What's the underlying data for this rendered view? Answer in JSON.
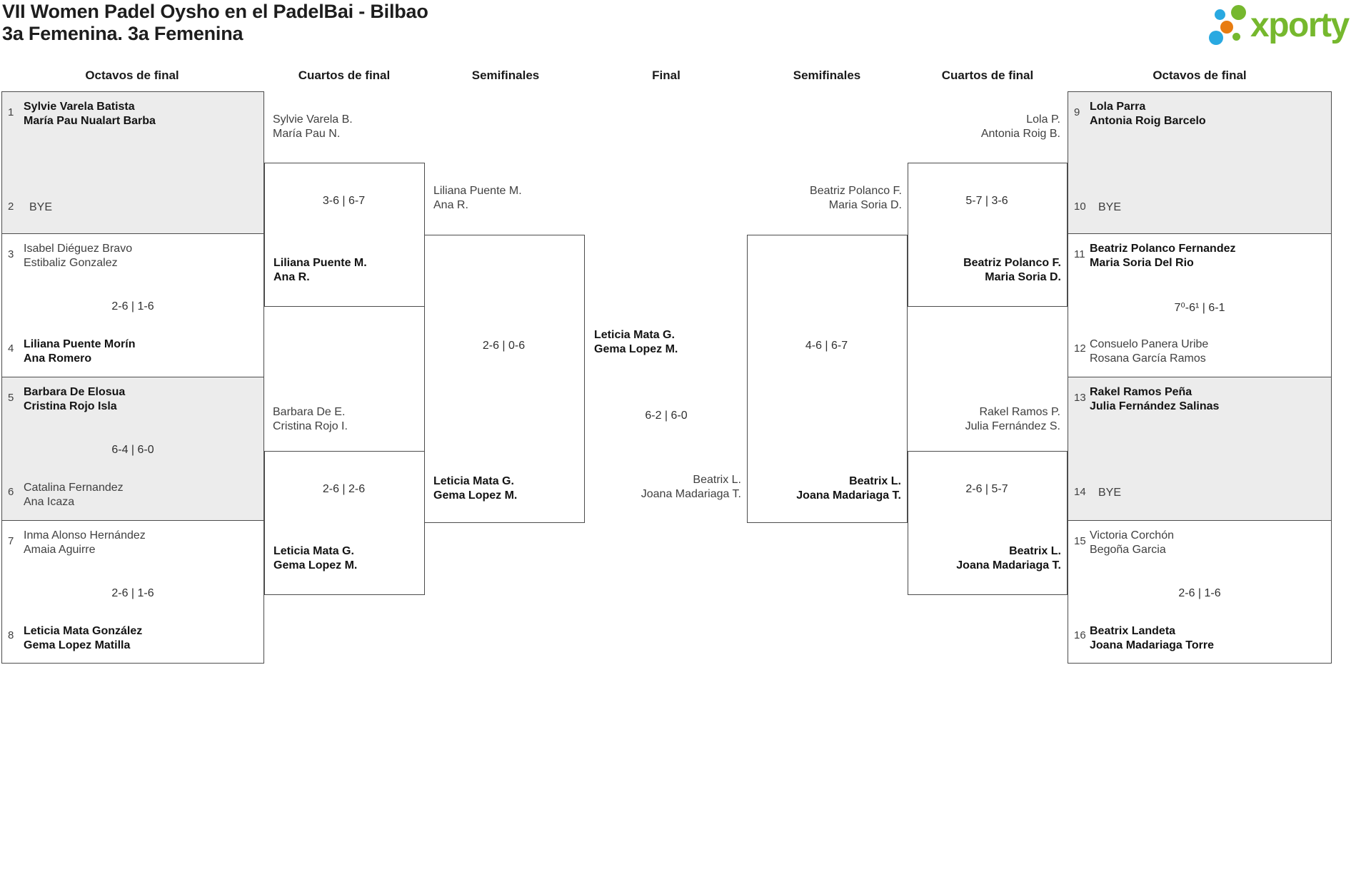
{
  "page": {
    "title": "VII Women Padel Oysho en el PadelBai - Bilbao",
    "subtitle": "3a Femenina. 3a Femenina"
  },
  "logo": {
    "wordmark": "xporty",
    "colors": {
      "green": "#76b82e",
      "blue": "#29a9e1",
      "orange": "#e87c11"
    }
  },
  "theme": {
    "box_border": "#4c4c4c",
    "shaded_box_bg": "#ececec"
  },
  "round_headers": [
    "Octavos de final",
    "Cuartos de final",
    "Semifinales",
    "Final",
    "Semifinales",
    "Cuartos de final",
    "Octavos de final"
  ],
  "bracket": {
    "r16L": [
      {
        "shaded": true,
        "top": {
          "seed": "1",
          "line1": "Sylvie Varela Batista",
          "line2": "María Pau Nualart Barba",
          "winner": true
        },
        "score": "",
        "bottom": {
          "seed": "2",
          "line1": "BYE",
          "line2": "",
          "winner": false
        }
      },
      {
        "shaded": false,
        "top": {
          "seed": "3",
          "line1": "Isabel Diéguez Bravo",
          "line2": "Estibaliz Gonzalez",
          "winner": false
        },
        "score": "2-6 | 1-6",
        "bottom": {
          "seed": "4",
          "line1": "Liliana Puente Morín",
          "line2": "Ana Romero",
          "winner": true
        }
      },
      {
        "shaded": true,
        "top": {
          "seed": "5",
          "line1": "Barbara De Elosua",
          "line2": "Cristina Rojo Isla",
          "winner": true
        },
        "score": "6-4 | 6-0",
        "bottom": {
          "seed": "6",
          "line1": "Catalina Fernandez",
          "line2": "Ana Icaza",
          "winner": false
        }
      },
      {
        "shaded": false,
        "top": {
          "seed": "7",
          "line1": "Inma Alonso Hernández",
          "line2": "Amaia Aguirre",
          "winner": false
        },
        "score": "2-6 | 1-6",
        "bottom": {
          "seed": "8",
          "line1": "Leticia Mata González",
          "line2": "Gema Lopez Matilla",
          "winner": true
        }
      }
    ],
    "qfL": [
      {
        "from": {
          "line1": "Sylvie Varela B.",
          "line2": "María Pau N."
        },
        "score": "3-6 | 6-7",
        "winner": {
          "line1": "Liliana Puente M.",
          "line2": "Ana R."
        }
      },
      {
        "from": {
          "line1": "Barbara De E.",
          "line2": "Cristina Rojo I."
        },
        "score": "2-6 | 2-6",
        "winner": {
          "line1": "Leticia Mata G.",
          "line2": "Gema Lopez M."
        }
      }
    ],
    "sfL": {
      "from": {
        "line1": "Liliana Puente M.",
        "line2": "Ana R."
      },
      "score": "2-6 | 0-6",
      "winner": {
        "line1": "Leticia Mata G.",
        "line2": "Gema Lopez M."
      }
    },
    "final": {
      "winner": {
        "line1": "Leticia Mata G.",
        "line2": "Gema Lopez M."
      },
      "score": "6-2 | 6-0",
      "runner_up": {
        "line1": "Beatrix L.",
        "line2": "Joana Madariaga T."
      }
    },
    "sfR": {
      "from": {
        "line1": "Beatriz Polanco F.",
        "line2": "Maria Soria D."
      },
      "score": "4-6 | 6-7",
      "winner": {
        "line1": "Beatrix L.",
        "line2": "Joana Madariaga T."
      }
    },
    "qfR": [
      {
        "from": {
          "line1": "Lola P.",
          "line2": "Antonia Roig B."
        },
        "score": "5-7 | 3-6",
        "winner": {
          "line1": "Beatriz Polanco F.",
          "line2": "Maria Soria D."
        }
      },
      {
        "from": {
          "line1": "Rakel Ramos P.",
          "line2": "Julia Fernández S."
        },
        "score": "2-6 | 5-7",
        "winner": {
          "line1": "Beatrix L.",
          "line2": "Joana Madariaga T."
        }
      }
    ],
    "r16R": [
      {
        "shaded": true,
        "top": {
          "seed": "9",
          "line1": "Lola Parra",
          "line2": "Antonia Roig Barcelo",
          "winner": true
        },
        "score": "",
        "bottom": {
          "seed": "10",
          "line1": "BYE",
          "line2": "",
          "winner": false
        }
      },
      {
        "shaded": false,
        "top": {
          "seed": "11",
          "line1": "Beatriz Polanco Fernandez",
          "line2": "Maria Soria Del Rio",
          "winner": true
        },
        "score": "7⁰-6¹ | 6-1",
        "bottom": {
          "seed": "12",
          "line1": "Consuelo Panera Uribe",
          "line2": "Rosana García Ramos",
          "winner": false
        }
      },
      {
        "shaded": true,
        "top": {
          "seed": "13",
          "line1": "Rakel Ramos Peña",
          "line2": "Julia Fernández Salinas",
          "winner": true
        },
        "score": "",
        "bottom": {
          "seed": "14",
          "line1": "BYE",
          "line2": "",
          "winner": false
        }
      },
      {
        "shaded": false,
        "top": {
          "seed": "15",
          "line1": "Victoria Corchón",
          "line2": "Begoña Garcia",
          "winner": false
        },
        "score": "2-6 | 1-6",
        "bottom": {
          "seed": "16",
          "line1": "Beatrix Landeta",
          "line2": "Joana Madariaga Torre",
          "winner": true
        }
      }
    ]
  }
}
